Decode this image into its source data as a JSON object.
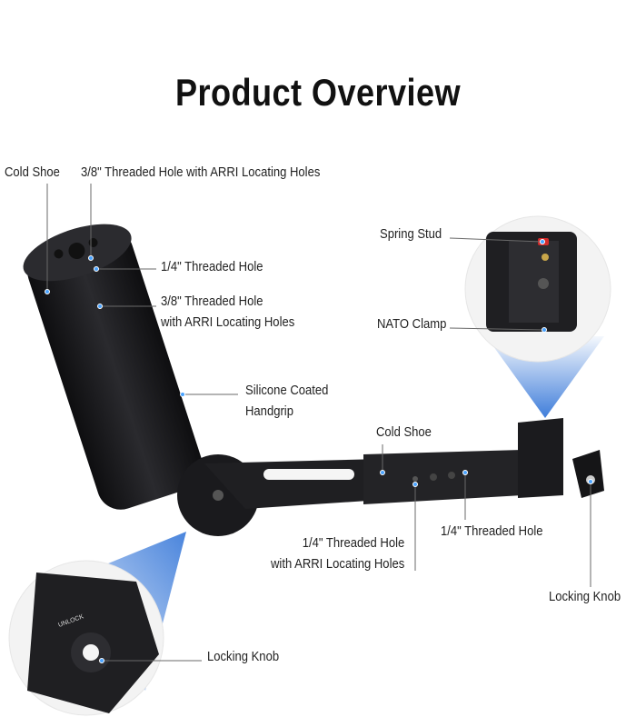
{
  "title": "Product Overview",
  "callouts": {
    "cold_shoe_top": "Cold Shoe",
    "threaded_38_top": "3/8\" Threaded Hole with ARRI Locating Holes",
    "threaded_14_grip": "1/4\" Threaded Hole",
    "threaded_38_side_1": "3/8\" Threaded Hole",
    "threaded_38_side_2": "with ARRI Locating Holes",
    "handgrip_1": "Silicone Coated",
    "handgrip_2": "Handgrip",
    "spring_stud": "Spring Stud",
    "nato_clamp": "NATO Clamp",
    "cold_shoe_arm": "Cold Shoe",
    "threaded_14_arm": "1/4\" Threaded Hole",
    "threaded_14_arri_1": "1/4\" Threaded Hole",
    "threaded_14_arri_2": "with ARRI Locating Holes",
    "locking_knob_right": "Locking Knob",
    "locking_knob_inset": "Locking Knob"
  },
  "inset_text": {
    "unlock": "UNLOCK"
  },
  "colors": {
    "accent": "#2a6fd6",
    "product": "#1c1c1e",
    "spring_stud": "#d32a2a"
  }
}
